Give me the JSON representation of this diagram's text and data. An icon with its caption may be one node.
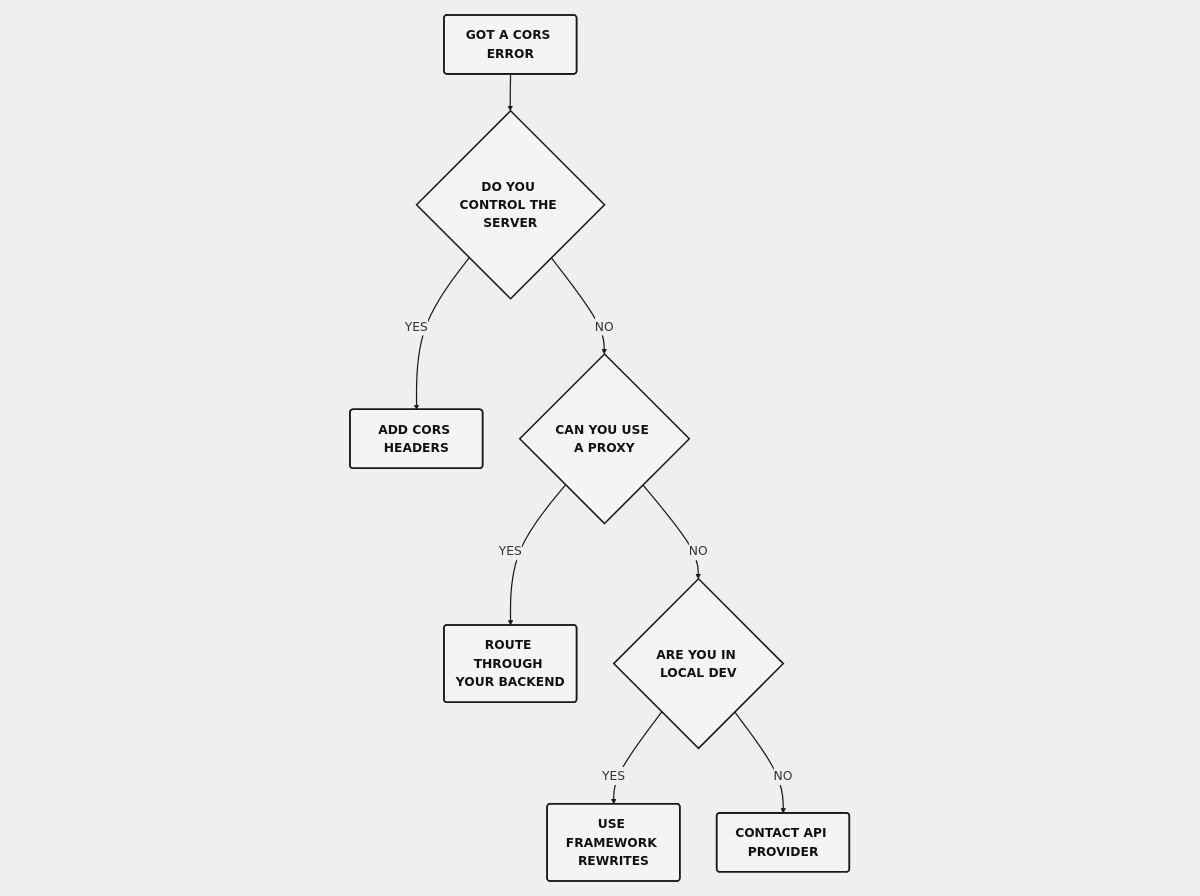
{
  "diagram": {
    "nodes": [
      {
        "text": [
          "GOT A CORS ERROR"
        ]
      },
      {
        "text": [
          "DO YOU CONTROL THE SERVER"
        ]
      },
      {
        "text": [
          "ADD CORS HEADERS"
        ]
      },
      {
        "text": [
          "CAN YOU USE A PROXY"
        ]
      },
      {
        "text": [
          "ROUTE THROUGH YOUR BACKEND"
        ]
      },
      {
        "text": [
          "ARE YOU IN LOCAL DEV"
        ]
      },
      {
        "text": [
          "USE FRAMEWORK REWRITES"
        ]
      },
      {
        "text": [
          "CONTACT API PROVIDER"
        ]
      }
    ],
    "edges": [
      {
        "from": 0,
        "to": 1,
        "arrow": "to"
      },
      {
        "from": 1,
        "to": 2,
        "label": "YES",
        "arrow": "to"
      },
      {
        "from": 1,
        "to": 3,
        "label": "NO",
        "arrow": "to"
      },
      {
        "from": 3,
        "to": 4,
        "label": "YES",
        "arrow": "to"
      },
      {
        "from": 3,
        "to": 5,
        "label": "NO",
        "arrow": "to"
      },
      {
        "from": 5,
        "to": 6,
        "label": "YES",
        "arrow": "to"
      },
      {
        "from": 5,
        "to": 7,
        "label": "NO",
        "arrow": "to"
      }
    ]
  }
}
